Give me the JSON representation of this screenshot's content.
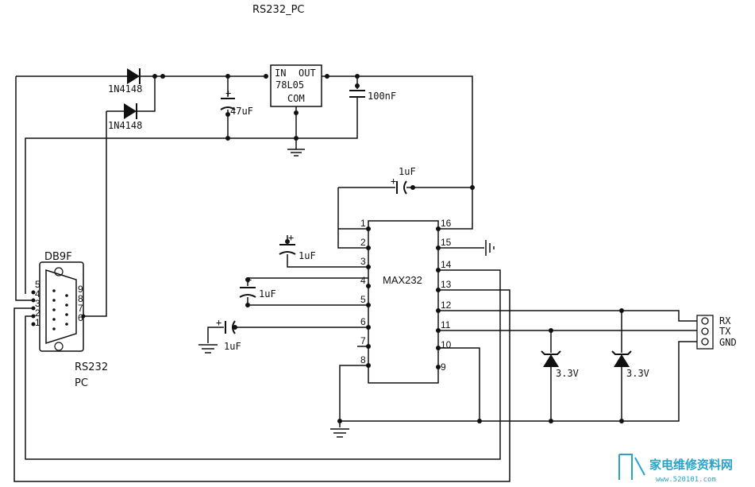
{
  "title": "RS232_PC",
  "components": {
    "diode_top": "1N4148",
    "diode_bottom": "1N4148",
    "cap_47": "47uF",
    "regulator_in": "IN",
    "regulator_out": "OUT",
    "regulator_name": "78L05",
    "regulator_com": "COM",
    "cap_100n": "100nF",
    "cap_c1": "1uF",
    "cap_c2": "1uF",
    "cap_c3": "1uF",
    "cap_c4": "1uF",
    "chip": "MAX232",
    "connector": "DB9F",
    "connector_caption_1": "RS232",
    "connector_caption_2": "PC",
    "zener_1": "3.3V",
    "zener_2": "3.3V",
    "header_rx": "RX",
    "header_tx": "TX",
    "header_gnd": "GND"
  },
  "db9_pins": {
    "p5": "5",
    "p4": "4",
    "p3": "3",
    "p2": "2",
    "p1": "1",
    "p9": "9",
    "p8": "8",
    "p7": "7",
    "p6": "6"
  },
  "chip_pins": {
    "p1": "1",
    "p2": "2",
    "p3": "3",
    "p4": "4",
    "p5": "5",
    "p6": "6",
    "p7": "7",
    "p8": "8",
    "p16": "16",
    "p15": "15",
    "p14": "14",
    "p13": "13",
    "p12": "12",
    "p11": "11",
    "p10": "10",
    "p9": "9"
  },
  "watermark": {
    "text": "家电维修资料网",
    "url": "www.520101.com",
    "color": "#2aa3c9"
  }
}
